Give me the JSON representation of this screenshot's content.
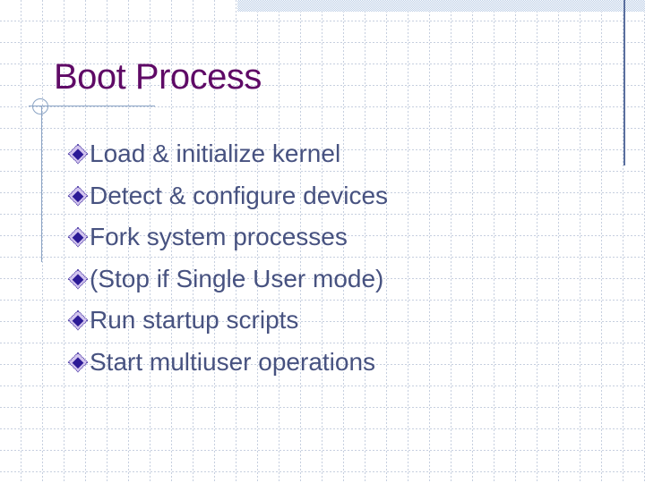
{
  "slide": {
    "title": "Boot Process",
    "bullets": [
      "Load & initialize kernel",
      "Detect & configure devices",
      "Fork system processes",
      "(Stop if Single User mode)",
      "Run startup scripts",
      "Start multiuser operations"
    ]
  },
  "colors": {
    "title_text": "#5f0a66",
    "body_text": "#475280",
    "deco_line": "#8aa3c4",
    "right_rule": "#5a6f9e",
    "accent_band": "#bccee6",
    "grid_line": "#c6cfdf",
    "bullet_inner": "#2c1a96",
    "bullet_ring": "#d3c5ef",
    "bullet_edge": "#38289a"
  }
}
